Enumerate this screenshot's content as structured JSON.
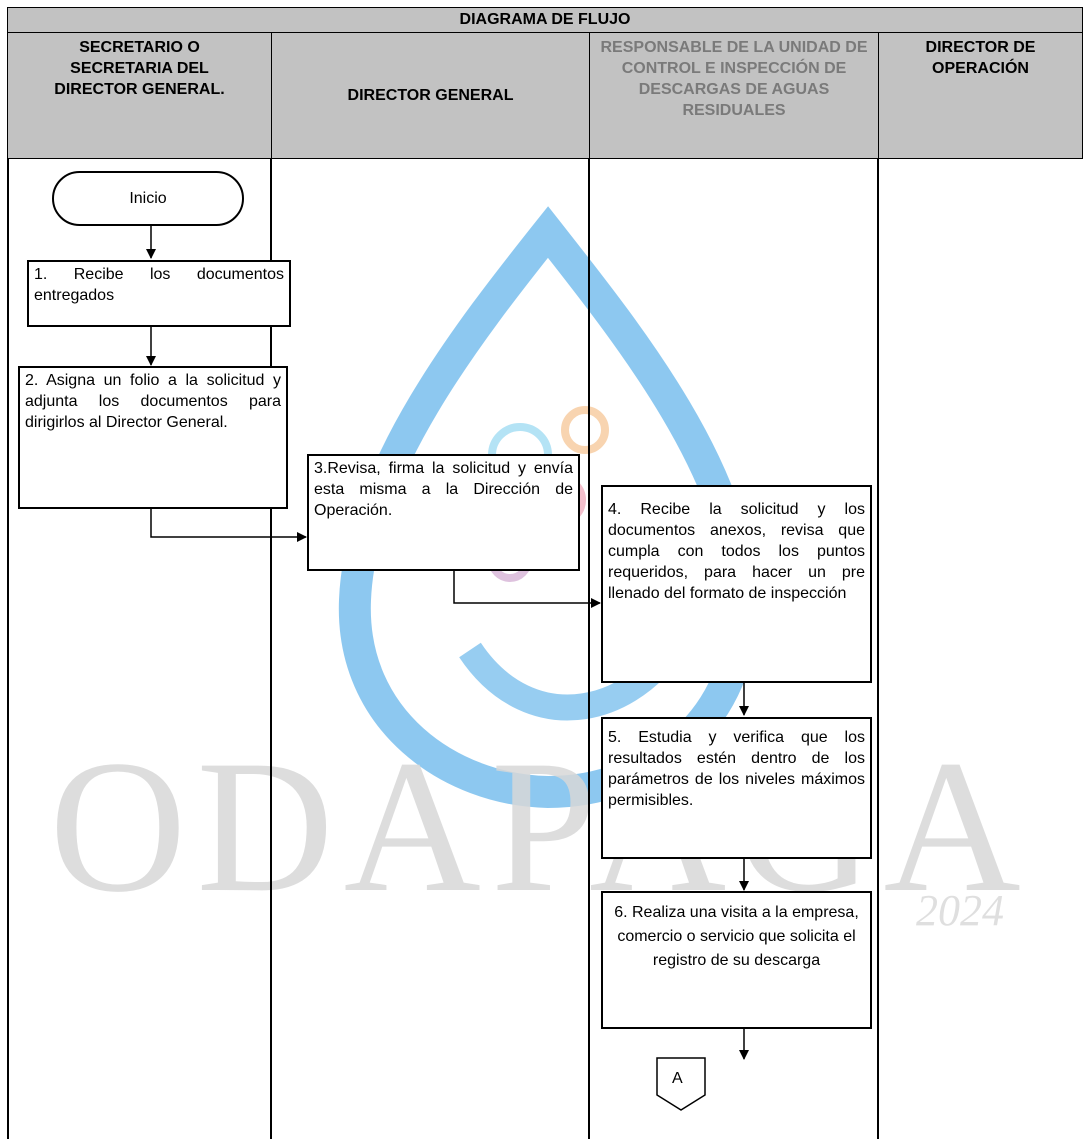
{
  "header": {
    "title": "DIAGRAMA DE FLUJO",
    "lanes": [
      "SECRETARIO O SECRETARIA DEL DIRECTOR GENERAL.",
      "DIRECTOR GENERAL",
      "RESPONSABLE DE LA UNIDAD DE CONTROL E INSPECCIÓN DE DESCARGAS DE AGUAS RESIDUALES",
      "DIRECTOR DE OPERACIÓN"
    ]
  },
  "flow": {
    "start": "Inicio",
    "steps": [
      "1. Recibe los documentos entregados",
      "2. Asigna un folio a la solicitud y adjunta los documentos para dirigirlos al Director General.",
      "3.Revisa, firma la solicitud y envía esta misma a la Dirección de Operación.",
      "4. Recibe la solicitud y los documentos anexos, revisa que cumpla con todos los puntos requeridos, para hacer un pre llenado del formato de inspección",
      "5. Estudia y verifica que los resultados estén dentro de los parámetros de los niveles máximos permisibles.",
      "6. Realiza una visita a la empresa, comercio o servicio que solicita el registro de su descarga"
    ],
    "connector": "A"
  },
  "watermark": {
    "text": "ODAPAGA",
    "year": "2024",
    "color": "#1e90e0"
  }
}
